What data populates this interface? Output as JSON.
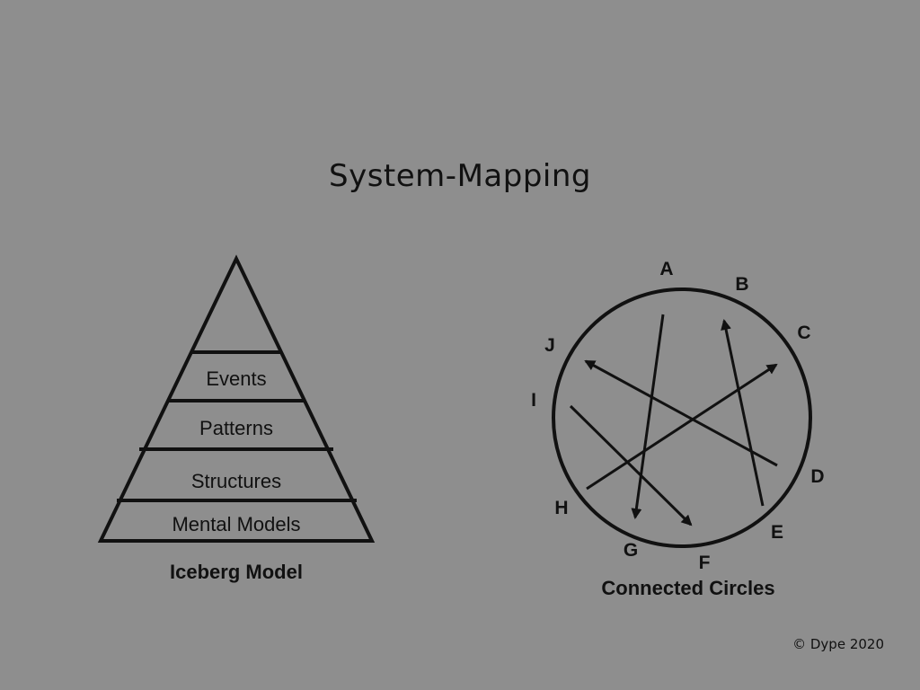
{
  "title": "System-Mapping",
  "iceberg": {
    "caption": "Iceberg Model",
    "layers": [
      "Events",
      "Patterns",
      "Structures",
      "Mental Models"
    ]
  },
  "circles": {
    "caption": "Connected Circles",
    "nodes": [
      "A",
      "B",
      "C",
      "D",
      "E",
      "F",
      "G",
      "H",
      "I",
      "J"
    ],
    "connections": [
      {
        "from": "A",
        "to": "G"
      },
      {
        "from": "E",
        "to": "B"
      },
      {
        "from": "H",
        "to": "C"
      },
      {
        "from": "D",
        "to": "J"
      },
      {
        "from": "I",
        "to": "F"
      }
    ]
  },
  "copyright": "© Dype 2020"
}
